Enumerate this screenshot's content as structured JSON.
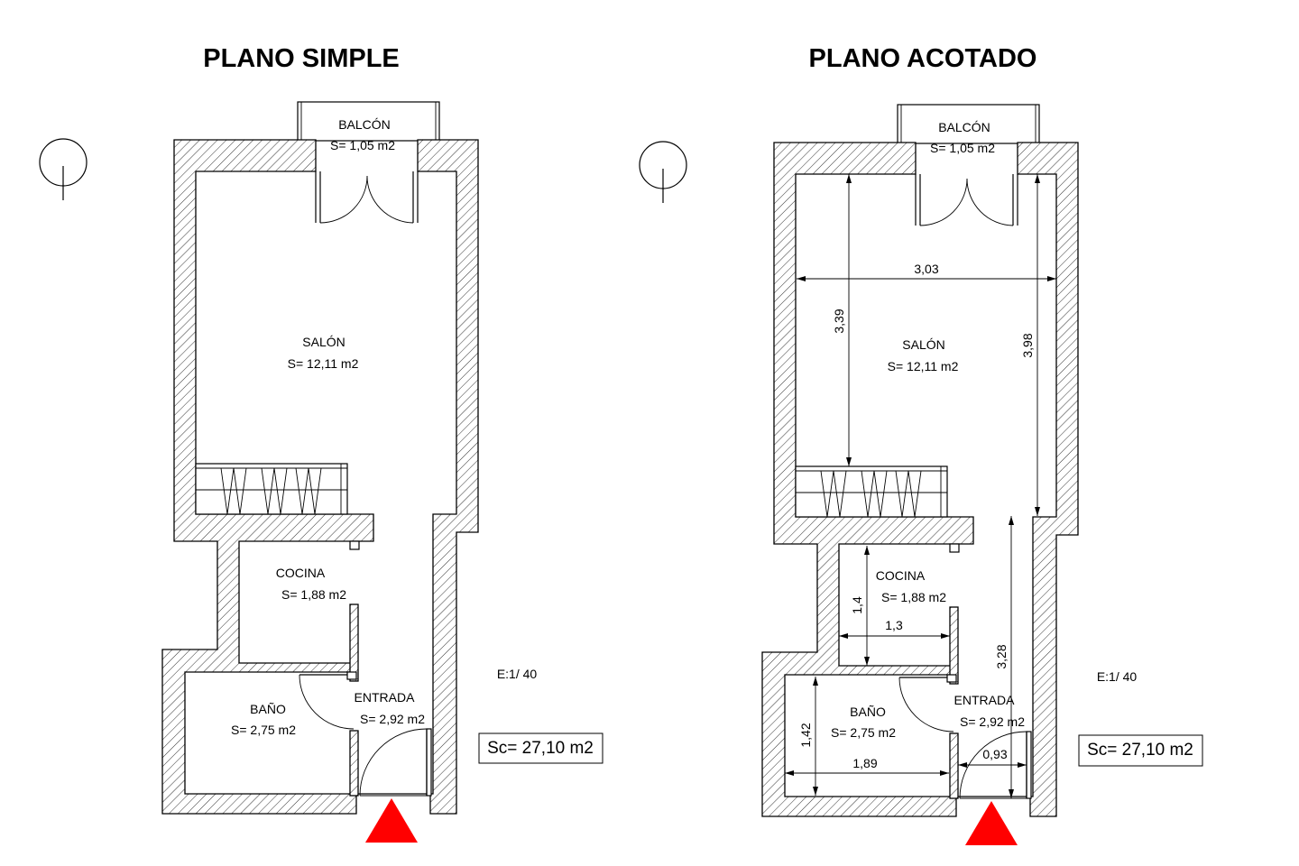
{
  "plans": [
    {
      "title": "PLANO SIMPLE",
      "rooms": {
        "balcon": {
          "name": "BALCÓN",
          "area": "S= 1,05 m2"
        },
        "salon": {
          "name": "SALÓN",
          "area": "S= 12,11 m2"
        },
        "cocina": {
          "name": "COCINA",
          "area": "S= 1,88 m2"
        },
        "bano": {
          "name": "BAÑO",
          "area": "S= 2,75 m2"
        },
        "entrada": {
          "name": "ENTRADA",
          "area": "S= 2,92 m2"
        }
      },
      "scale": "E:1/ 40",
      "total_area": "Sc= 27,10 m2"
    },
    {
      "title": "PLANO ACOTADO",
      "rooms": {
        "balcon": {
          "name": "BALCÓN",
          "area": "S= 1,05 m2"
        },
        "salon": {
          "name": "SALÓN",
          "area": "S= 12,11 m2"
        },
        "cocina": {
          "name": "COCINA",
          "area": "S= 1,88 m2"
        },
        "bano": {
          "name": "BAÑO",
          "area": "S= 2,75 m2"
        },
        "entrada": {
          "name": "ENTRADA",
          "area": "S= 2,92 m2"
        }
      },
      "dimensions": {
        "salon_width": "3,03",
        "salon_depth": "3,39",
        "right_upper": "3,98",
        "right_lower": "3,28",
        "cocina_height": "1,4",
        "cocina_width": "1,3",
        "bano_height": "1,42",
        "bano_width": "1,89",
        "door_width": "0,93"
      },
      "scale": "E:1/ 40",
      "total_area": "Sc= 27,10 m2"
    }
  ],
  "colors": {
    "entrance_marker": "#ff0000",
    "line": "#000000"
  },
  "icons": [
    "north-arrow-icon",
    "entrance-triangle-icon"
  ]
}
